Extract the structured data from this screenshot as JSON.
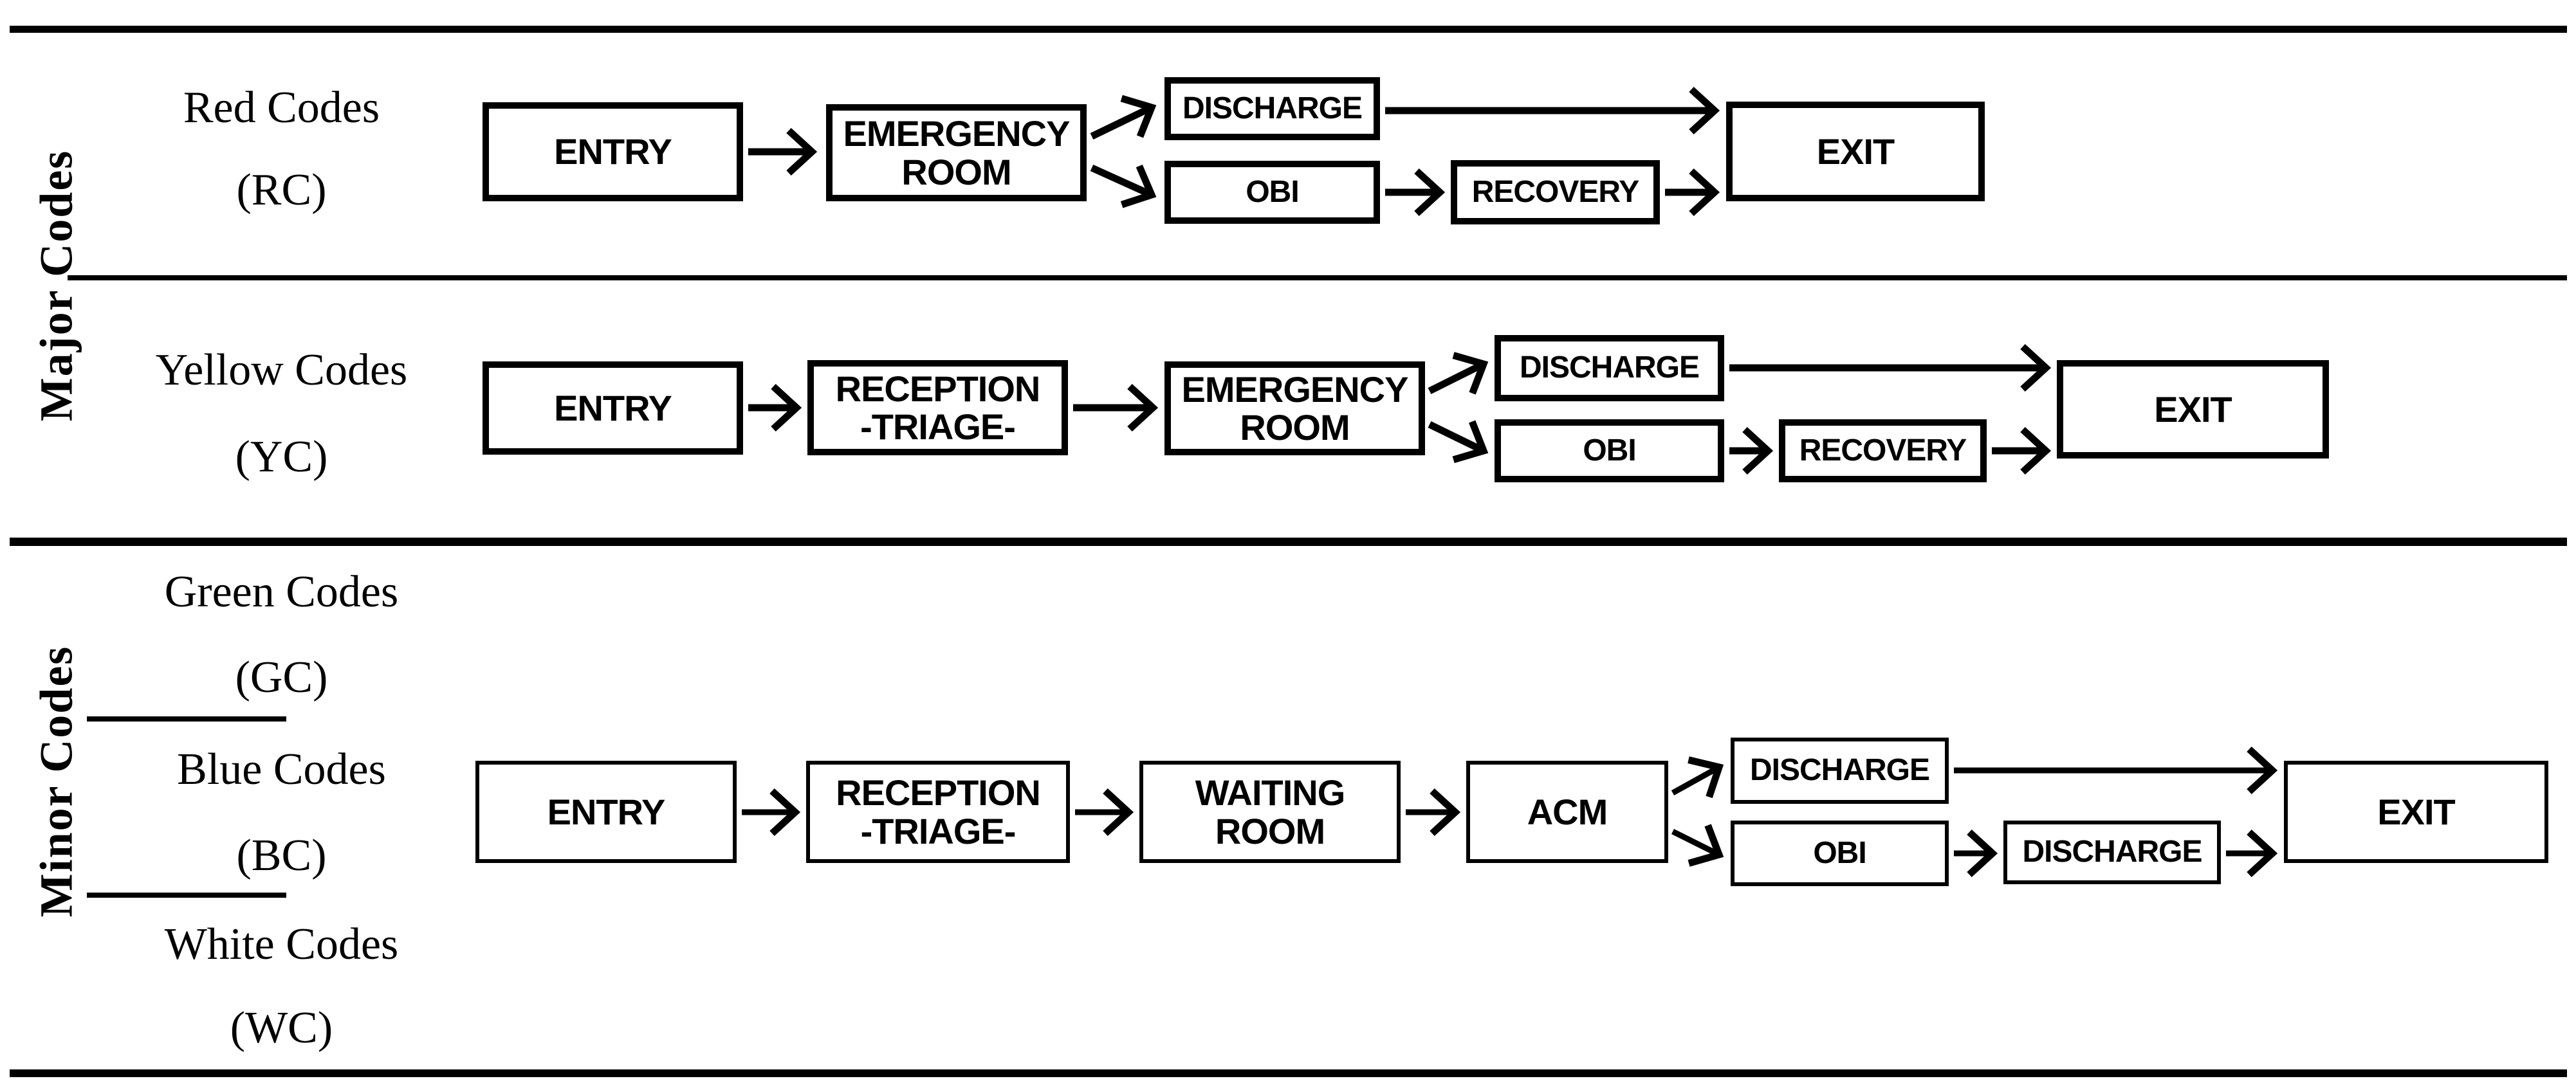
{
  "groups": {
    "major": {
      "label": "Major Codes"
    },
    "minor": {
      "label": "Minor Codes"
    }
  },
  "row_labels": {
    "red": {
      "name": "Red Codes",
      "abbr": "(RC)"
    },
    "yellow": {
      "name": "Yellow Codes",
      "abbr": "(YC)"
    },
    "green": {
      "name": "Green Codes",
      "abbr": "(GC)"
    },
    "blue": {
      "name": "Blue Codes",
      "abbr": "(BC)"
    },
    "white": {
      "name": "White Codes",
      "abbr": "(WC)"
    }
  },
  "flows": {
    "red": {
      "entry": "ENTRY",
      "emergency_room": "EMERGENCY\nROOM",
      "discharge": "DISCHARGE",
      "obi": "OBI",
      "recovery": "RECOVERY",
      "exit": "EXIT"
    },
    "yellow": {
      "entry": "ENTRY",
      "reception": "RECEPTION\n-TRIAGE-",
      "emergency_room": "EMERGENCY\nROOM",
      "discharge": "DISCHARGE",
      "obi": "OBI",
      "recovery": "RECOVERY",
      "exit": "EXIT"
    },
    "minor": {
      "entry": "ENTRY",
      "reception": "RECEPTION\n-TRIAGE-",
      "waiting_room": "WAITING\nROOM",
      "acm": "ACM",
      "discharge_top": "DISCHARGE",
      "obi": "OBI",
      "discharge_bottom": "DISCHARGE",
      "exit": "EXIT"
    }
  },
  "colors": {
    "ink": "#000000",
    "background": "#ffffff"
  }
}
